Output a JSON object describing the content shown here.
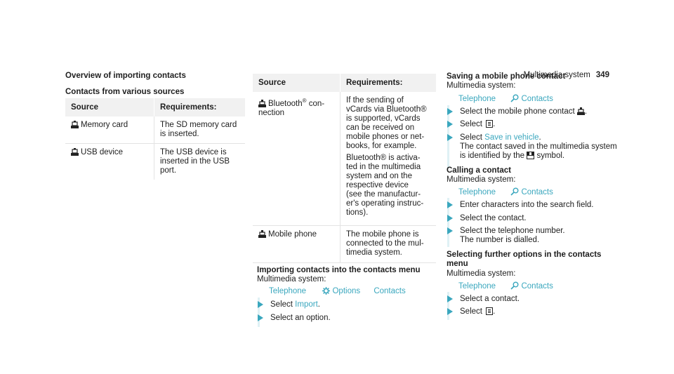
{
  "header": {
    "section": "Multimedia system",
    "page": "349"
  },
  "col1": {
    "title": "Overview of importing contacts",
    "subtitle": "Contacts from various sources",
    "table": {
      "headers": [
        "Source",
        "Requirements:"
      ],
      "rows": [
        {
          "icon": "memory-card-icon",
          "source": "Memory card",
          "req": [
            "The SD memory card",
            "is inserted."
          ]
        },
        {
          "icon": "usb-icon",
          "source": "USB device",
          "req": [
            "The USB device is",
            "inserted in the USB",
            "port."
          ]
        }
      ]
    }
  },
  "col2": {
    "table": {
      "headers": [
        "Source",
        "Requirements:"
      ],
      "rows": [
        {
          "icon": "bluetooth-icon",
          "source": [
            "Bluetooth",
            "® con-",
            "nection"
          ],
          "req": [
            "If the sending of",
            "vCards via Bluetooth®",
            "is supported, vCards",
            "can be received on",
            "mobile phones or net-",
            "books, for example.",
            "Bluetooth® is activa-",
            "ted in the multimedia",
            "system and on the",
            "respective device",
            "(see the manufactur-",
            "er's operating instruc-",
            "tions)."
          ]
        },
        {
          "icon": "mobile-phone-icon",
          "source": "Mobile phone",
          "req": [
            "The mobile phone is",
            "connected to the mul-",
            "timedia system."
          ]
        }
      ]
    },
    "import": {
      "title": "Importing contacts into the contacts menu",
      "system": "Multimedia system:",
      "path": [
        "Telephone",
        "Options",
        "Contacts"
      ],
      "steps": [
        {
          "pre": "Select ",
          "link": "Import",
          "post": "."
        },
        {
          "text": "Select an option."
        }
      ]
    }
  },
  "col3": {
    "save": {
      "title": "Saving a mobile phone contact",
      "system": "Multimedia system:",
      "path": [
        "Telephone",
        "Contacts"
      ],
      "step1": "Select the mobile phone contact",
      "step2": "Select",
      "step3_pre": "Select ",
      "step3_link": "Save in vehicle",
      "step3_post": ".",
      "step3_line2": "The contact saved in the multimedia system",
      "step3_line3_pre": "is identified by the",
      "step3_line3_post": "symbol."
    },
    "call": {
      "title": "Calling a contact",
      "system": "Multimedia system:",
      "path": [
        "Telephone",
        "Contacts"
      ],
      "step1": "Enter characters into the search field.",
      "step2": "Select the contact.",
      "step3": "Select the telephone number.",
      "step3_line2": "The number is dialled."
    },
    "further": {
      "title_line1": "Selecting further options in the contacts",
      "title_line2": "menu",
      "system": "Multimedia system:",
      "path": [
        "Telephone",
        "Contacts"
      ],
      "step1": "Select a contact.",
      "step2": "Select"
    }
  },
  "colors": {
    "accent": "#3aa7be",
    "table_header": "#f1f1f1"
  }
}
